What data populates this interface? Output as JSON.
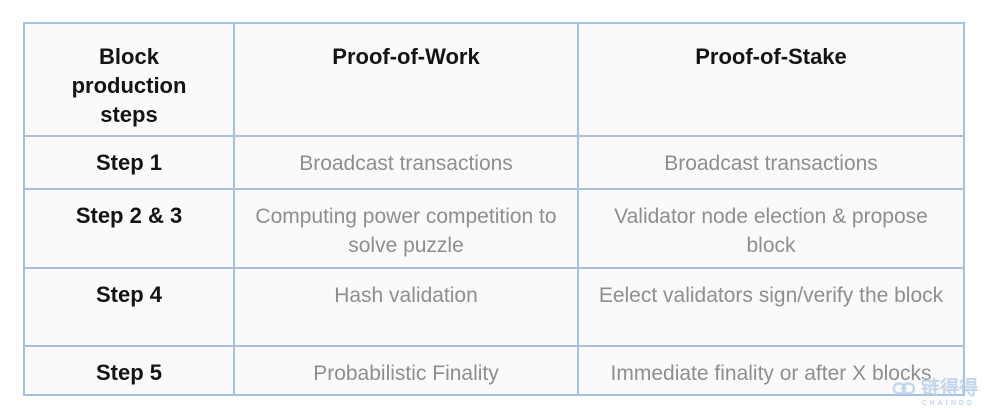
{
  "chart_data": {
    "type": "table",
    "columns": [
      "Block production steps",
      "Proof-of-Work",
      "Proof-of-Stake"
    ],
    "rows": [
      [
        "Step 1",
        "Broadcast transactions",
        "Broadcast transactions"
      ],
      [
        "Step 2 & 3",
        "Computing power competition to solve puzzle",
        "Validator node election & propose block"
      ],
      [
        "Step 4",
        "Hash validation",
        "Eelect validators sign/verify the block"
      ],
      [
        "Step 5",
        "Probabilistic Finality",
        "Immediate finality or after X blocks"
      ]
    ],
    "layout_hints": {
      "grid": "all-borders",
      "header_row": true,
      "first_column_bold": true
    }
  },
  "colors": {
    "table_border": "#a6c0dd",
    "cell_background": "#fbfaf9",
    "header_text": "#141414",
    "body_text": "#8e8e8e",
    "watermark": "#b4cce8"
  },
  "watermark": {
    "icon": "chain-link-icon",
    "chinese_text": "链得得",
    "latin_text": "CHAINDD"
  }
}
